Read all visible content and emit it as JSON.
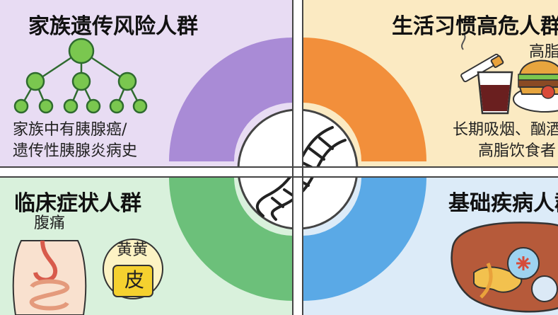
{
  "quadrants": {
    "family": {
      "title": "家族遗传风险人群",
      "desc_line1": "家族中有胰腺癌/",
      "desc_line2": "遗传性胰腺炎病史",
      "color": "#e8dcf3",
      "ring_color": "#a98bd6"
    },
    "lifestyle": {
      "title": "生活习惯高危人群",
      "food_label": "高脂",
      "desc_line1": "长期吸烟、酗酒、",
      "desc_line2": "高脂饮食者",
      "color": "#fbeac2",
      "ring_color": "#f28f3b"
    },
    "symptom": {
      "title": "临床症状人群",
      "pain_label": "腹痛",
      "jaundice_label": "黄黄",
      "skin_char": "皮",
      "color": "#d9f1dc",
      "ring_color": "#6cc07a"
    },
    "disease": {
      "title": "基础疾病人群",
      "color": "#dcebf8",
      "ring_color": "#5aa9e6"
    }
  },
  "center": {
    "icon": "dna-icon"
  },
  "divider_color": "#444444"
}
